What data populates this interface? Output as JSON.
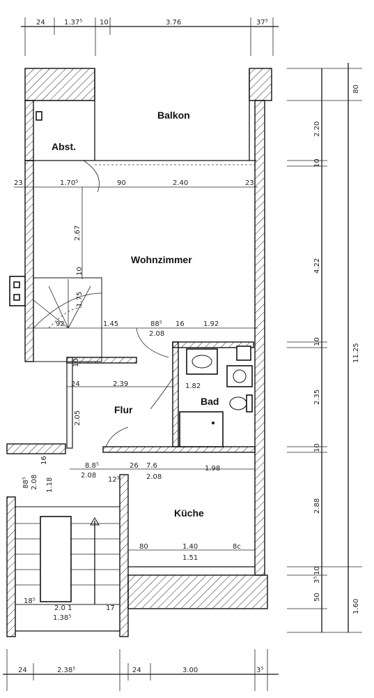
{
  "rooms": {
    "balkon": "Balkon",
    "abst": "Abst.",
    "wohnzimmer": "Wohnzimmer",
    "flur": "Flur",
    "bad": "Bad",
    "kueche": "Küche"
  },
  "dims_top": {
    "d1": "24",
    "d2": "1.37⁵",
    "d3": "10",
    "d4": "3.76",
    "d5": "37⁵"
  },
  "dims_bottom": {
    "d1": "24",
    "d2": "2.38⁵",
    "d3": "24",
    "d4": "3.00",
    "d5": "3⁵"
  },
  "dims_right": {
    "r1": "80",
    "r2": "2.20",
    "r3": "10",
    "r4": "4.22",
    "r5": "10",
    "r6": "2.35",
    "r7": "10",
    "r8": "2.88",
    "r9": "10",
    "r10": "3⁵",
    "r11": "50",
    "total": "11.25",
    "total2": "1.60"
  },
  "dims_inner": {
    "w1": "23",
    "w2": "1.70⁵",
    "w3": "90",
    "w4": "2.40",
    "w5": "23",
    "w6": "2.67",
    "w7": "10",
    "w8": "1.75",
    "w9": "92",
    "w10": "1.45",
    "w11": "88⁵",
    "w12": "2.08",
    "w13": "16",
    "w14": "1.92",
    "w15": "10",
    "w16": "24",
    "w17": "2.39",
    "w18": "1.82",
    "w19": "2.05",
    "w20": "8.8⁵",
    "w21": "2.08",
    "w22": "12⁵",
    "w23": "26",
    "w24": "7.6",
    "w25": "2.08",
    "w26": "1.98",
    "w27": "88⁵",
    "w28": "2.08",
    "w29": "1.18",
    "w30": "16",
    "w31": "80",
    "w32": "1.40",
    "w33": "8c",
    "w34": "1.51",
    "w35": "18⁵",
    "w36": "2.0 1",
    "w37": "17",
    "w38": "1.38⁵"
  }
}
